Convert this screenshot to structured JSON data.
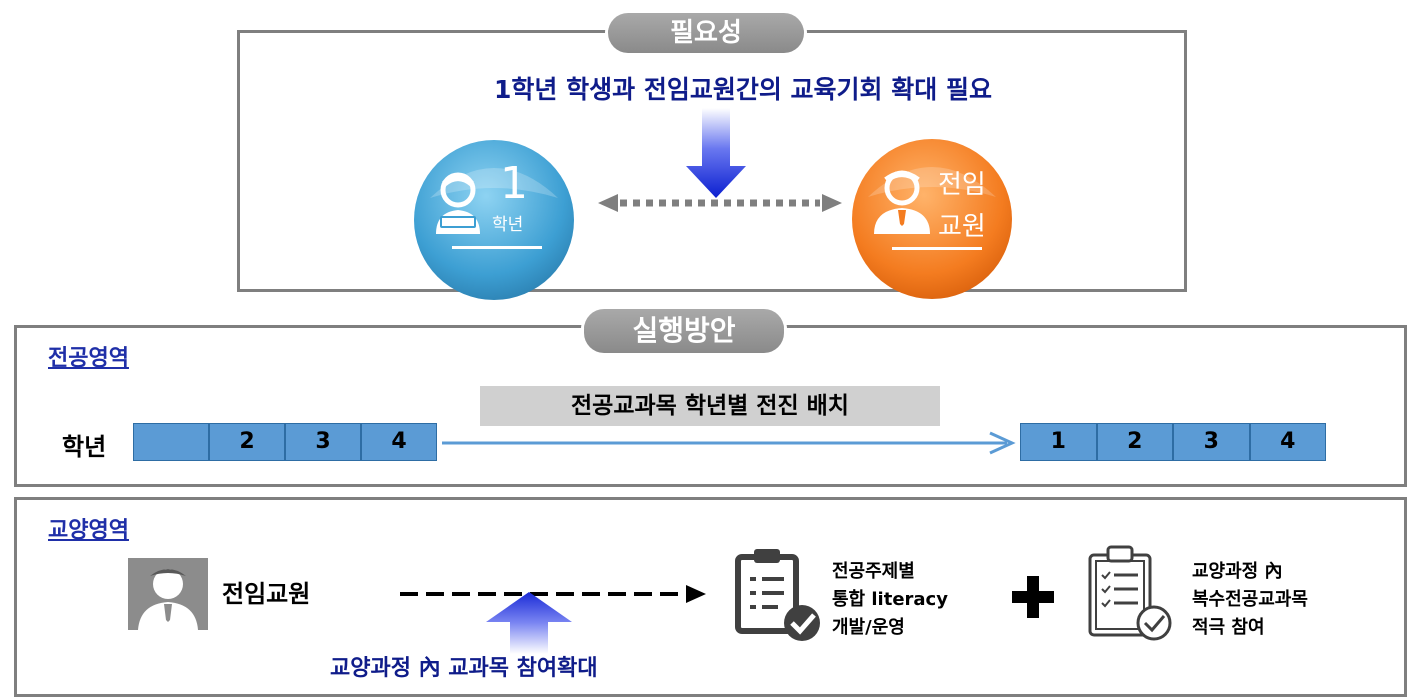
{
  "necessity": {
    "label": "필요성",
    "headline": "1학년 학생과 전임교원간의 교육기회 확대 필요",
    "student_big": "1",
    "student_small": "학년",
    "professor_top": "전임",
    "professor_bottom": "교원"
  },
  "implementation": {
    "label": "실행방안",
    "major": {
      "title": "전공영역",
      "banner": "전공교과목 학년별 전진 배치",
      "row_label": "학년",
      "before_cells": [
        "",
        "2",
        "3",
        "4"
      ],
      "after_cells": [
        "1",
        "2",
        "3",
        "4"
      ]
    },
    "liberal": {
      "title": "교양영역",
      "actor": "전임교원",
      "bottom_caption": "교양과정 內 교과목 참여확대",
      "item1": [
        "전공주제별",
        "통합 literacy",
        "개발/운영"
      ],
      "item2": [
        "교양과정 內",
        "복수전공교과목",
        "적극 참여"
      ]
    }
  },
  "colors": {
    "student_circle": "#4aa8d8",
    "professor_circle": "#f47c20",
    "arrow_blue": "#1a2bd6",
    "cell_blue": "#5b9bd5",
    "frame_gray": "#7f7f7f"
  }
}
